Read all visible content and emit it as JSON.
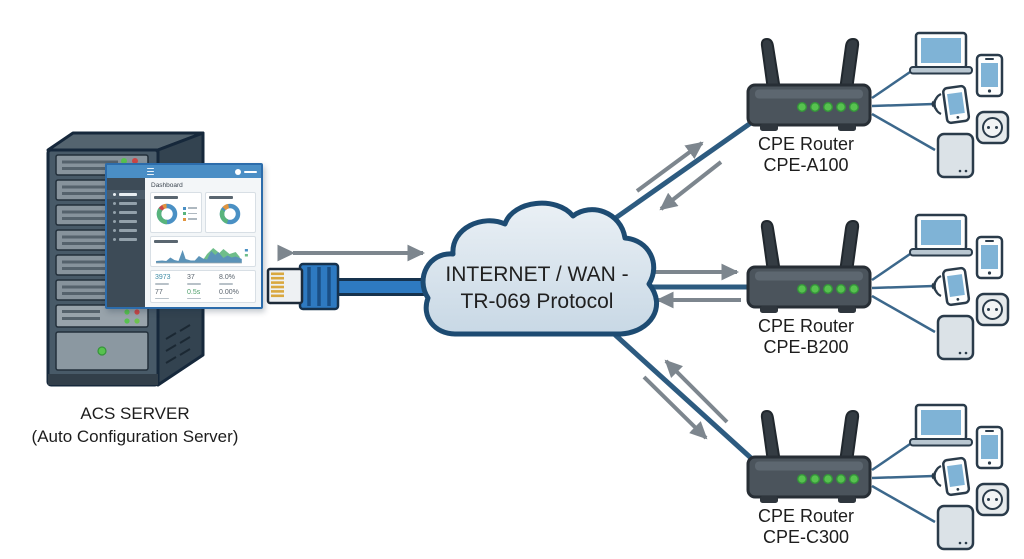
{
  "server": {
    "label_line1": "ACS SERVER",
    "label_line2": "(Auto Configuration Server)",
    "dashboard": {
      "title": "Dashboard",
      "stats": [
        {
          "value": "3973"
        },
        {
          "value": "37"
        },
        {
          "value": "8.0%"
        },
        {
          "value": "77"
        },
        {
          "value": "0.5s"
        },
        {
          "value": "0.00%"
        }
      ]
    }
  },
  "cloud": {
    "label_line1": "INTERNET / WAN -",
    "label_line2": "TR-069 Protocol"
  },
  "routers": [
    {
      "label": "CPE Router",
      "model": "CPE-A100"
    },
    {
      "label": "CPE Router",
      "model": "CPE-B200"
    },
    {
      "label": "CPE Router",
      "model": "CPE-C300"
    }
  ],
  "icons": {
    "client_devices": [
      "laptop-icon",
      "smartphone-icon",
      "wifi-phone-icon",
      "smart-plug-icon",
      "tablet-icon"
    ],
    "connector": "ethernet-rj45-icon"
  },
  "colors": {
    "cloud_fill_top": "#eaf0f5",
    "cloud_fill_bottom": "#c8d8e5",
    "cloud_stroke": "#1d4b72",
    "link_line": "#2d5b80",
    "arrow_gray": "#7d868e",
    "cable_blue": "#2e7ac1",
    "router_body": "#4b545c",
    "led_green": "#57c24f",
    "led_red": "#cc4646",
    "server_body": "#485a68",
    "device_screen_blue": "#7fb3d6",
    "device_outline": "#2a3b4a"
  }
}
